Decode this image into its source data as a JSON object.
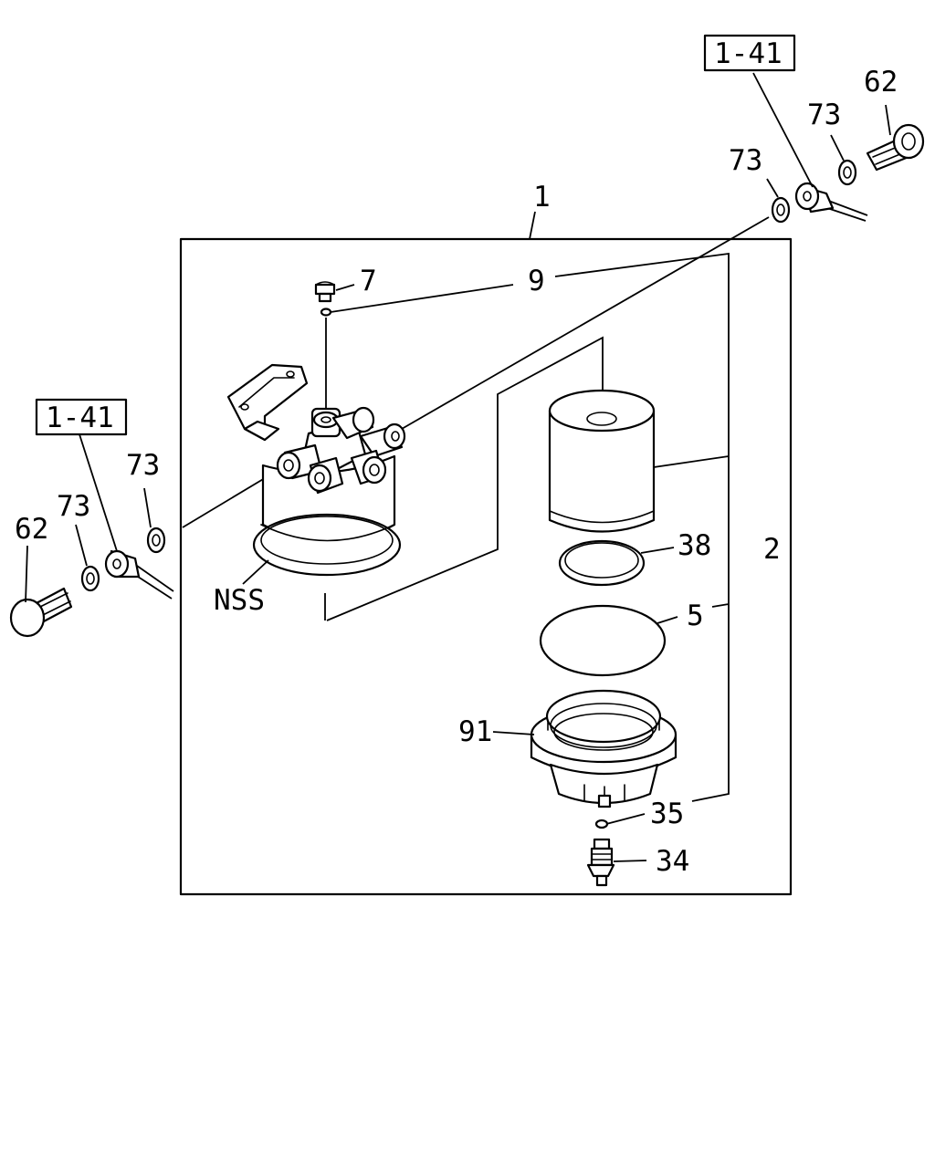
{
  "callouts": {
    "ref_top": "1-41",
    "ref_left": "1-41",
    "assembly": "1",
    "element_kit": "2",
    "plug": "7",
    "o_ring_9": "9",
    "washer_tr_a": "73",
    "washer_tr_b": "73",
    "bolt_tr": "62",
    "washer_l_a": "73",
    "washer_l_b": "73",
    "bolt_l": "62",
    "head": "NSS",
    "ring_38": "38",
    "o_ring_5": "5",
    "bowl_91": "91",
    "o_ring_35": "35",
    "drain_34": "34"
  }
}
